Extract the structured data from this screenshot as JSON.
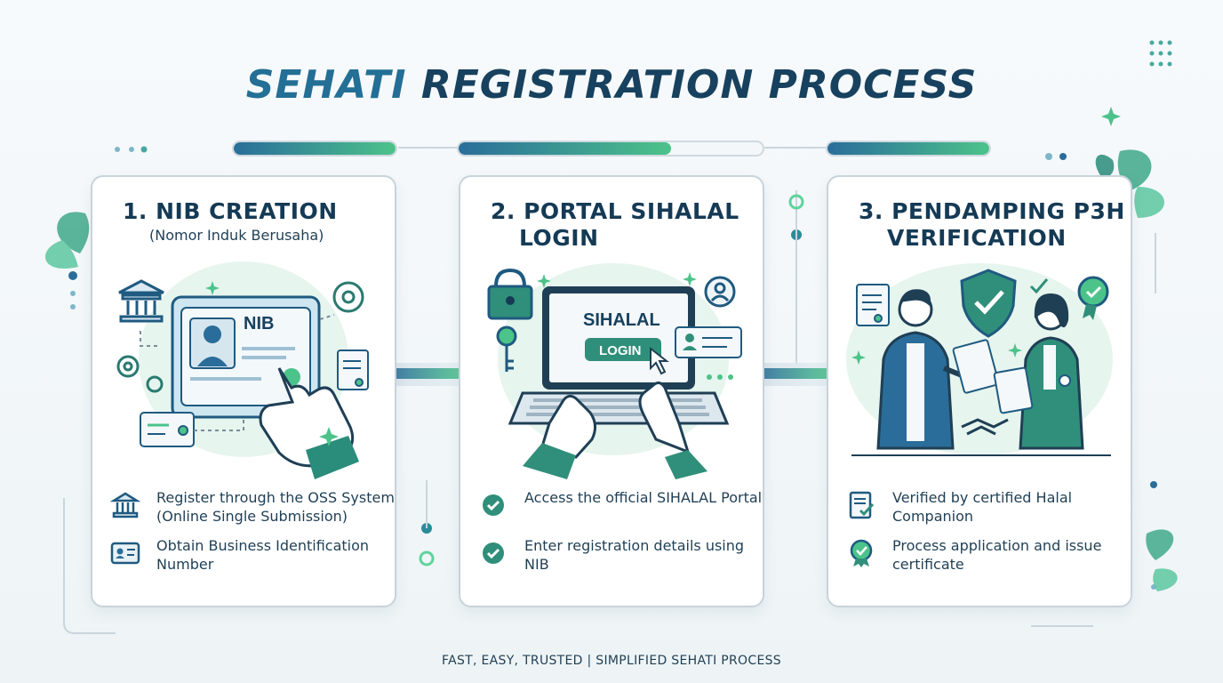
{
  "title": {
    "part1": "SEHATI",
    "part2": "REGISTRATION PROCESS"
  },
  "steps": [
    {
      "title_line1": "1. NIB CREATION",
      "title_line2": "",
      "subtitle": "(Nomor Induk Berusaha)",
      "illus_label": "NIB",
      "items": [
        {
          "icon": "bank-icon",
          "text": "Register through the OSS System (Online Single Submission)"
        },
        {
          "icon": "id-card-icon",
          "text": "Obtain Business Identification Number"
        }
      ]
    },
    {
      "title_line1": "2. PORTAL SIHALAL",
      "title_line2": "LOGIN",
      "subtitle": "",
      "illus_label": "SIHALAL",
      "illus_button": "LOGIN",
      "items": [
        {
          "icon": "check-circle-icon",
          "text": "Access the official SIHALAL Portal"
        },
        {
          "icon": "check-circle-icon",
          "text": "Enter registration details using NIB"
        }
      ]
    },
    {
      "title_line1": "3. PENDAMPING P3H",
      "title_line2": "VERIFICATION",
      "subtitle": "",
      "items": [
        {
          "icon": "document-check-icon",
          "text": "Verified by certified Halal Companion"
        },
        {
          "icon": "award-badge-icon",
          "text": "Process application and issue certificate"
        }
      ]
    }
  ],
  "progress": [
    1.0,
    0.7,
    1.0
  ],
  "footer": "FAST, EASY, TRUSTED  |  SIMPLIFIED SEHATI PROCESS",
  "colors": {
    "navy": "#17415e",
    "blue": "#2a6d9a",
    "green": "#4cc38a",
    "teal": "#2f8f7a"
  }
}
